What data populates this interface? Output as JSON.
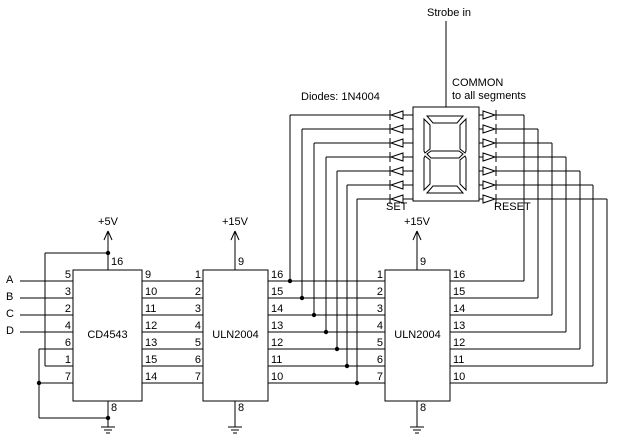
{
  "diagram": {
    "strobe_label": "Strobe in",
    "common_label_line1": "COMMON",
    "common_label_line2": "to all segments",
    "diodes_note": "Diodes: 1N4004",
    "set_label": "SET",
    "reset_label": "RESET"
  },
  "inputs": {
    "a": "A",
    "b": "B",
    "c": "C",
    "d": "D"
  },
  "supplies": {
    "cd4543": "+5V",
    "uln_mid": "+15V",
    "uln_right": "+15V"
  },
  "chips": {
    "cd4543": {
      "name": "CD4543",
      "top_pin": "16",
      "bottom_pin": "8",
      "left_pins": [
        "5",
        "3",
        "2",
        "4",
        "6",
        "1",
        "7"
      ],
      "right_pins": [
        "9",
        "10",
        "11",
        "12",
        "13",
        "15",
        "14"
      ]
    },
    "uln_mid": {
      "name": "ULN2004",
      "top_pin": "9",
      "bottom_pin": "8",
      "left_pins": [
        "1",
        "2",
        "3",
        "4",
        "5",
        "6",
        "7"
      ],
      "right_pins": [
        "16",
        "15",
        "14",
        "13",
        "12",
        "11",
        "10"
      ]
    },
    "uln_right": {
      "name": "ULN2004",
      "top_pin": "9",
      "bottom_pin": "8",
      "left_pins": [
        "1",
        "2",
        "3",
        "4",
        "5",
        "6",
        "7"
      ],
      "right_pins": [
        "16",
        "15",
        "14",
        "13",
        "12",
        "11",
        "10"
      ]
    }
  },
  "colors": {
    "wire": "#000000",
    "background": "#ffffff"
  }
}
